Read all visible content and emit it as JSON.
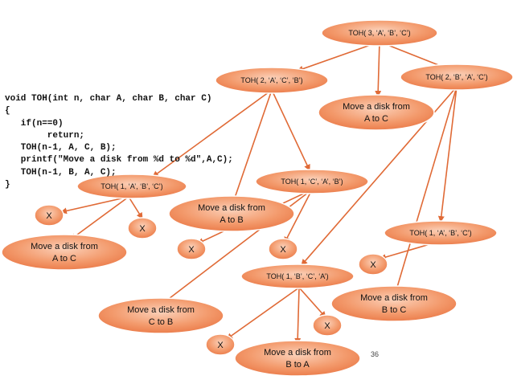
{
  "code": {
    "lines": [
      "void TOH(int n, char A, char B, char C)",
      "{",
      "   if(n==0)",
      "        return;",
      "   TOH(n-1, A, C, B);",
      "   printf(\"Move a disk from %d to %d\",A,C);",
      "   TOH(n-1, B, A, C);",
      "}"
    ]
  },
  "nodes": {
    "root": "TOH( 3, ‘A’, ‘B’, ‘C’)",
    "l2_left": "TOH( 2, ‘A’, ‘C’, ‘B’)",
    "l2_move": [
      "Move a disk from",
      "A to C"
    ],
    "l2_right": "TOH( 2, ‘B’, ‘A’, ‘C’)",
    "l3_a": "TOH( 1, ‘A’, ‘B’, ‘C’)",
    "l3_move_ab": [
      "Move a disk from",
      "A to B"
    ],
    "l3_b": "TOH( 1, ‘C’, ‘A’, ‘B’)",
    "l3_c": "TOH( 1, ‘A’, ‘B’, ‘C’)",
    "l3_move_bc": [
      "Move a disk from",
      "B to C"
    ],
    "l3_d": "TOH( 1, ‘B’, ‘C’, ‘A’)",
    "leaf_move_ac": [
      "Move a disk from",
      "A to C"
    ],
    "leaf_move_cb": [
      "Move a disk from",
      "C to B"
    ],
    "leaf_move_ba": [
      "Move a disk from",
      "B to A"
    ],
    "x": "X"
  },
  "page_number": "36",
  "colors": {
    "node_fill_light": "#f7b391",
    "node_fill_dark": "#e8703d",
    "node_stroke": "#ffffff",
    "edge": "#e06a36",
    "text": "#111111"
  }
}
